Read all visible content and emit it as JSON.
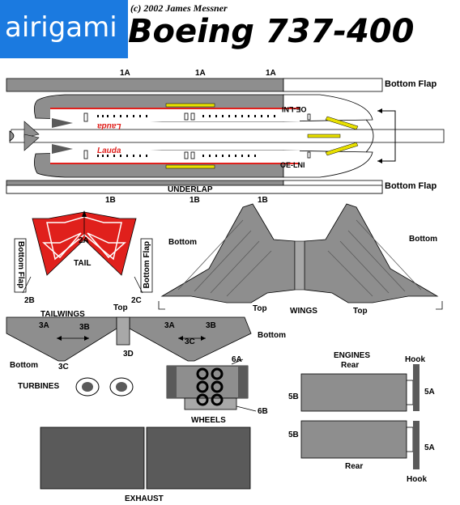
{
  "brand": {
    "logo": "airigami",
    "copyright": "(c) 2002 James Messner",
    "title": "Boeing 737-400"
  },
  "fuselage": {
    "top_labels": [
      "1A",
      "1A",
      "1A"
    ],
    "bottom_labels": [
      "1B",
      "1B",
      "1B"
    ],
    "bottom_flap_top": "Bottom Flap",
    "bottom_flap_bottom": "Bottom Flap",
    "underlap": "UNDERLAP",
    "livery_top": "Lauda",
    "livery_bottom": "Lauda",
    "reg_top": "OE-LNI",
    "reg_bottom": "OE-LNI"
  },
  "tail": {
    "label": "TAIL",
    "flap_left": "Bottom Flap",
    "flap_right": "Bottom Flap",
    "marker_center": "2A",
    "marker_left": "2B",
    "marker_right": "2C"
  },
  "wings": {
    "label": "WINGS",
    "left_bottom": "Bottom",
    "right_bottom": "Bottom",
    "left_top": "Top",
    "right_top": "Top"
  },
  "tailwings": {
    "label": "TAILWINGS",
    "top": "Top",
    "bottom_left": "Bottom",
    "bottom_right": "Bottom",
    "m3a_left": "3A",
    "m3b_left": "3B",
    "m3a_right": "3A",
    "m3b_right": "3B",
    "m3c_left": "3C",
    "m3c_right": "3C",
    "m3d": "3D"
  },
  "turbines": {
    "label": "TURBINES"
  },
  "wheels": {
    "label": "WHEELS",
    "m6a": "6A",
    "m6b": "6B"
  },
  "engines": {
    "label": "ENGINES",
    "rear_top": "Rear",
    "rear_bottom": "Rear",
    "hook_top": "Hook",
    "hook_bottom": "Hook",
    "m5b_top": "5B",
    "m5b_bottom": "5B",
    "m5a_top": "5A",
    "m5a_bottom": "5A"
  },
  "exhaust": {
    "label": "EXHAUST"
  },
  "colors": {
    "brand_blue": "#1b7ae0",
    "part_gray": "#8e8e8e",
    "dark_gray": "#5a5a5a",
    "tail_red": "#e0201c",
    "stripe_yellow": "#e8e000"
  }
}
